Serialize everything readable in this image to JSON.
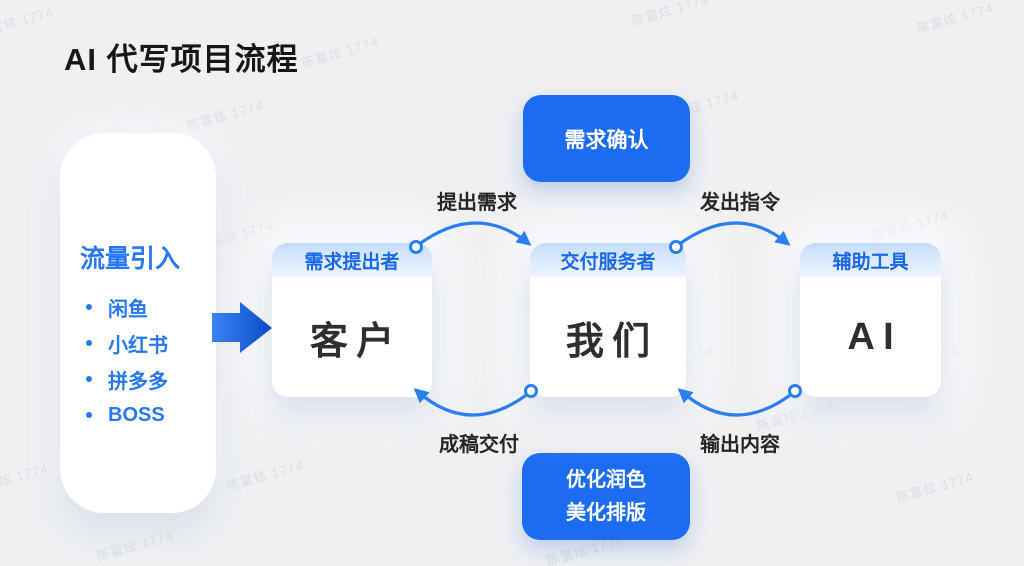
{
  "title": "AI 代写项目流程",
  "watermark": {
    "text": "陈富炫 1774"
  },
  "traffic_panel": {
    "heading": "流量引入",
    "items": [
      "闲鱼",
      "小红书",
      "拼多多",
      "BOSS"
    ]
  },
  "process_top": {
    "label": "需求确认"
  },
  "process_bottom": {
    "line1": "优化润色",
    "line2": "美化排版"
  },
  "actors": [
    {
      "role": "需求提出者",
      "name": "客户"
    },
    {
      "role": "交付服务者",
      "name": "我们"
    },
    {
      "role": "辅助工具",
      "name": "AI"
    }
  ],
  "flows": {
    "request": "提出需求",
    "command": "发出指令",
    "deliver": "成稿交付",
    "output": "输出内容"
  },
  "colors": {
    "accent_blue": "#1c6cf2",
    "arc_blue": "#2c7df2",
    "role_text_blue": "#1a67ea",
    "arrow_gradient_start": "#3b82f4",
    "arrow_gradient_end": "#0a4bc6",
    "background": "#eef0f2"
  }
}
